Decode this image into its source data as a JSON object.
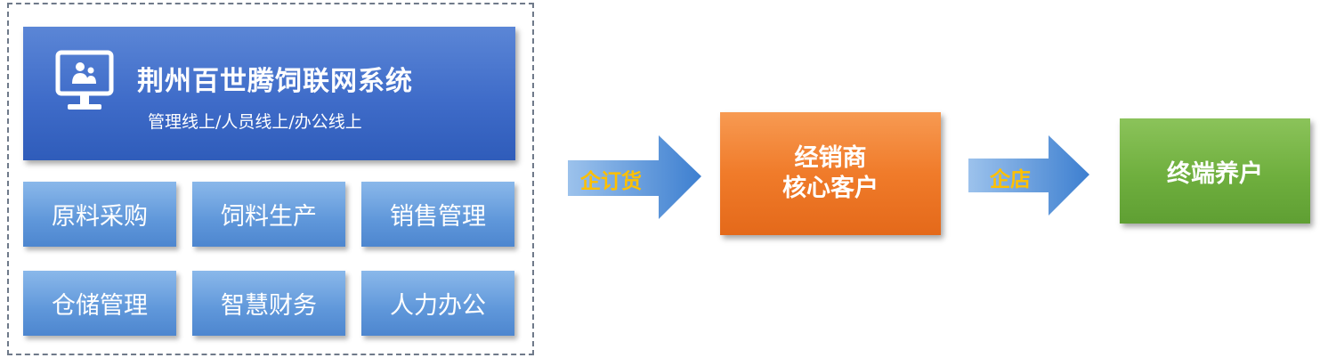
{
  "system": {
    "title": "荆州百世腾饲联网系统",
    "subtitle": "管理线上/人员线上/办公线上",
    "icon": "monitor-users-icon",
    "color": "#3f6cc9"
  },
  "modules": [
    {
      "label": "原料采购"
    },
    {
      "label": "饲料生产"
    },
    {
      "label": "销售管理"
    },
    {
      "label": "仓储管理"
    },
    {
      "label": "智慧财务"
    },
    {
      "label": "人力办公"
    }
  ],
  "flow": {
    "arrow1": {
      "label": "企订货"
    },
    "dealer": {
      "line1": "经销商",
      "line2": "核心客户",
      "color": "#f07b2a"
    },
    "arrow2": {
      "label": "企店"
    },
    "farmer": {
      "label": "终端养户",
      "color": "#6faf3e"
    }
  }
}
